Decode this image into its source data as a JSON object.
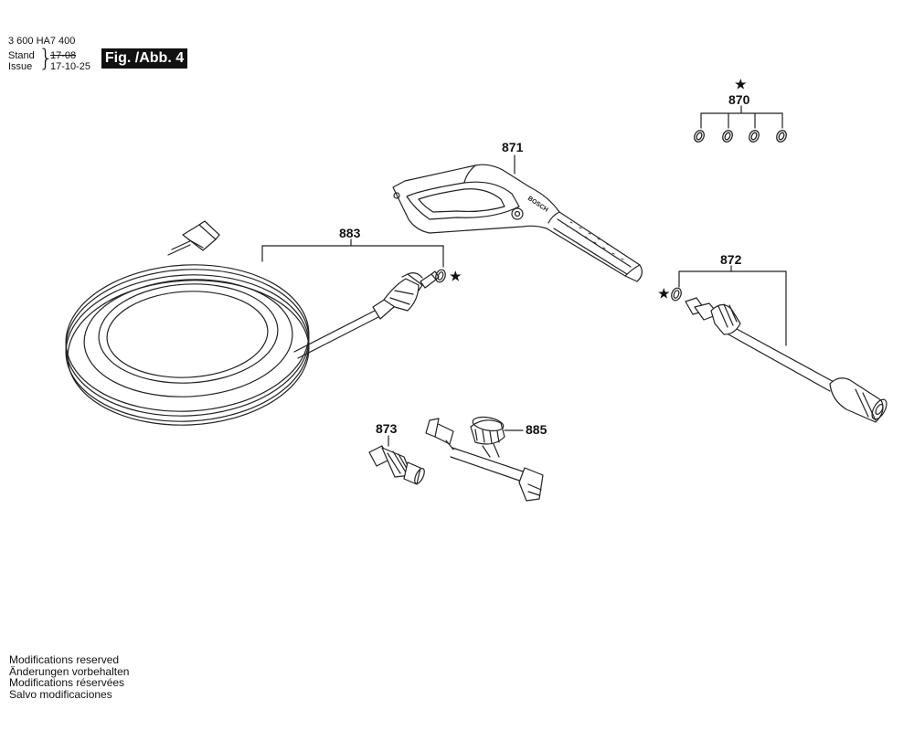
{
  "header": {
    "doc_number": "3 600 HA7 400",
    "stand_label": "Stand",
    "stand_value": "17-08",
    "issue_label": "Issue",
    "issue_value": "17-10-25",
    "figure_tag": "Fig. /Abb. 4"
  },
  "parts": {
    "p870": "870",
    "p871": "871",
    "p872": "872",
    "p873": "873",
    "p883": "883",
    "p885": "885"
  },
  "star_symbol": "★",
  "gun_brand_text": "BOSCH",
  "footer": [
    "Modifications reserved",
    "Änderungen vorbehalten",
    "Modifications réservées",
    "Salvo modificaciones"
  ]
}
